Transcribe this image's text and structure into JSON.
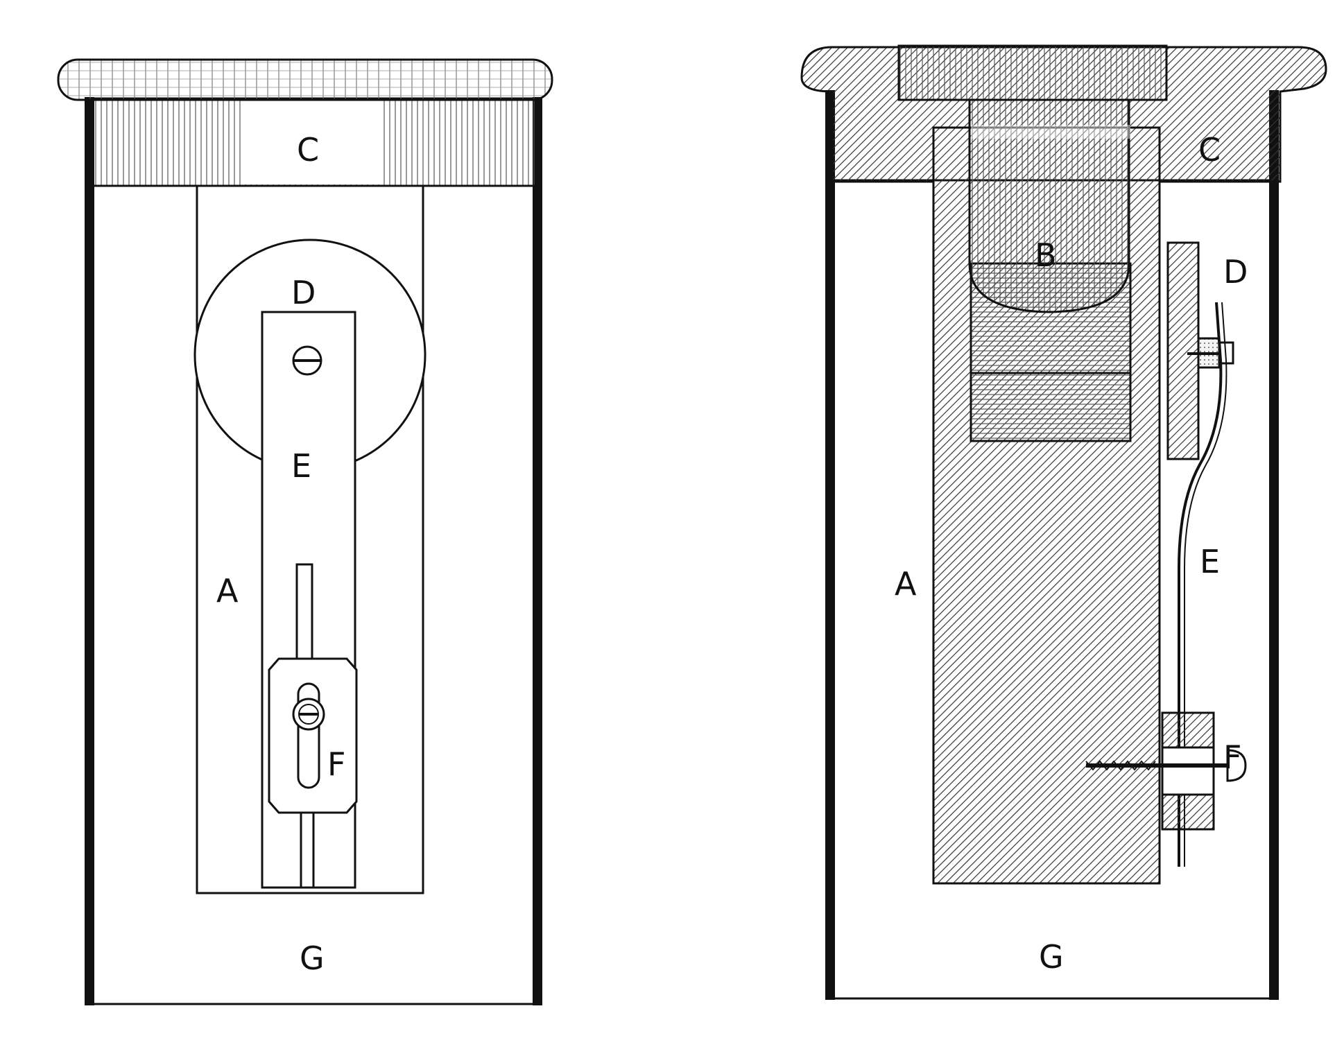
{
  "figures": [
    {
      "view": "front",
      "labels": {
        "C": "C",
        "D": "D",
        "E": "E",
        "A": "A",
        "F": "F",
        "G": "G"
      }
    },
    {
      "view": "section",
      "labels": {
        "C": "C",
        "B": "B",
        "D": "D",
        "E": "E",
        "A": "A",
        "F": "F",
        "G": "G"
      }
    }
  ],
  "colors": {
    "ink": "#111111",
    "paper": "#ffffff",
    "hatch": "#333333",
    "tone": "#cfcfcf"
  }
}
